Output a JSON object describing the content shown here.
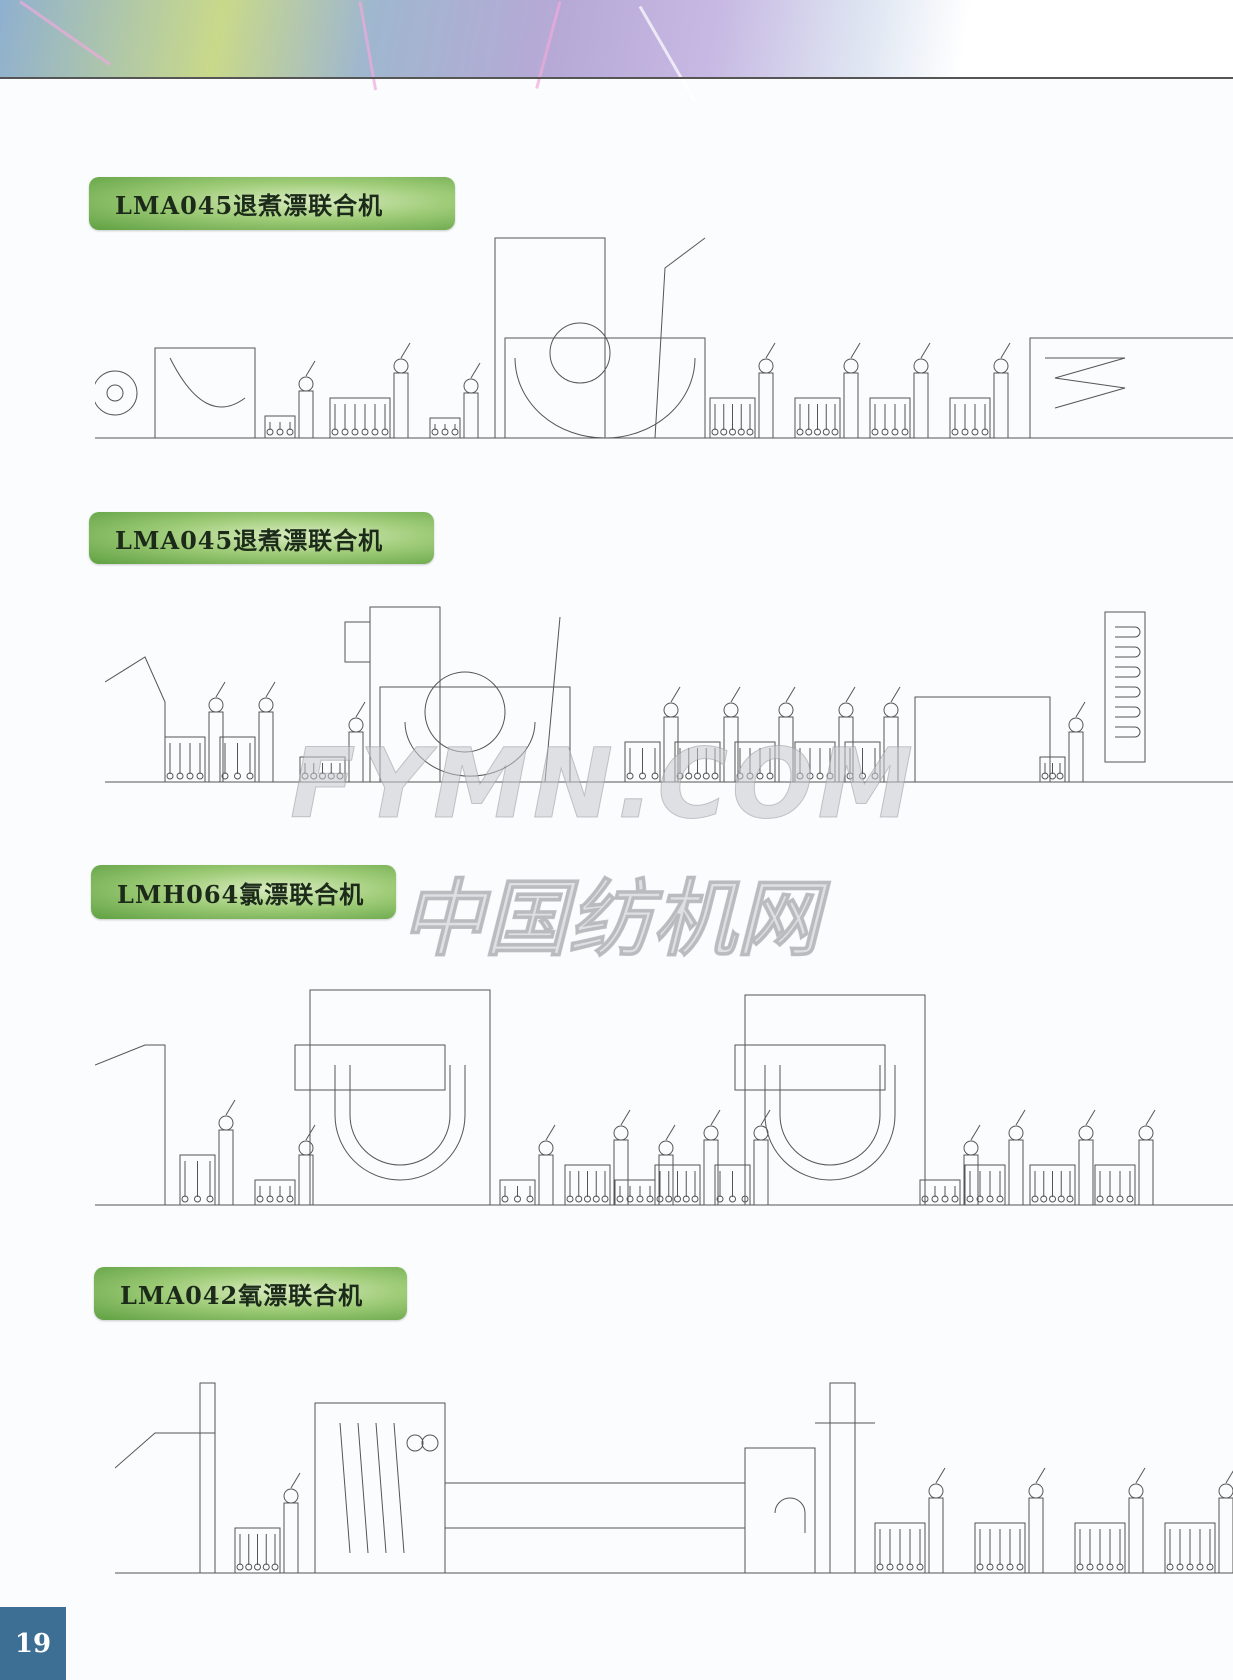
{
  "header": {
    "banner": "decorative-gradient-banner"
  },
  "sections": [
    {
      "title": "LMA045退煮漂联合机"
    },
    {
      "title": "LMA045退煮漂联合机"
    },
    {
      "title": "LMH064氯漂联合机"
    },
    {
      "title": "LMA042氧漂联合机"
    }
  ],
  "watermark": {
    "line1": "FYMN.COM",
    "line2": "中国纺机网"
  },
  "page_number": "19",
  "colors": {
    "label_green": "#6aaa4a",
    "page_box": "#3d6f95",
    "line": "#555555"
  }
}
